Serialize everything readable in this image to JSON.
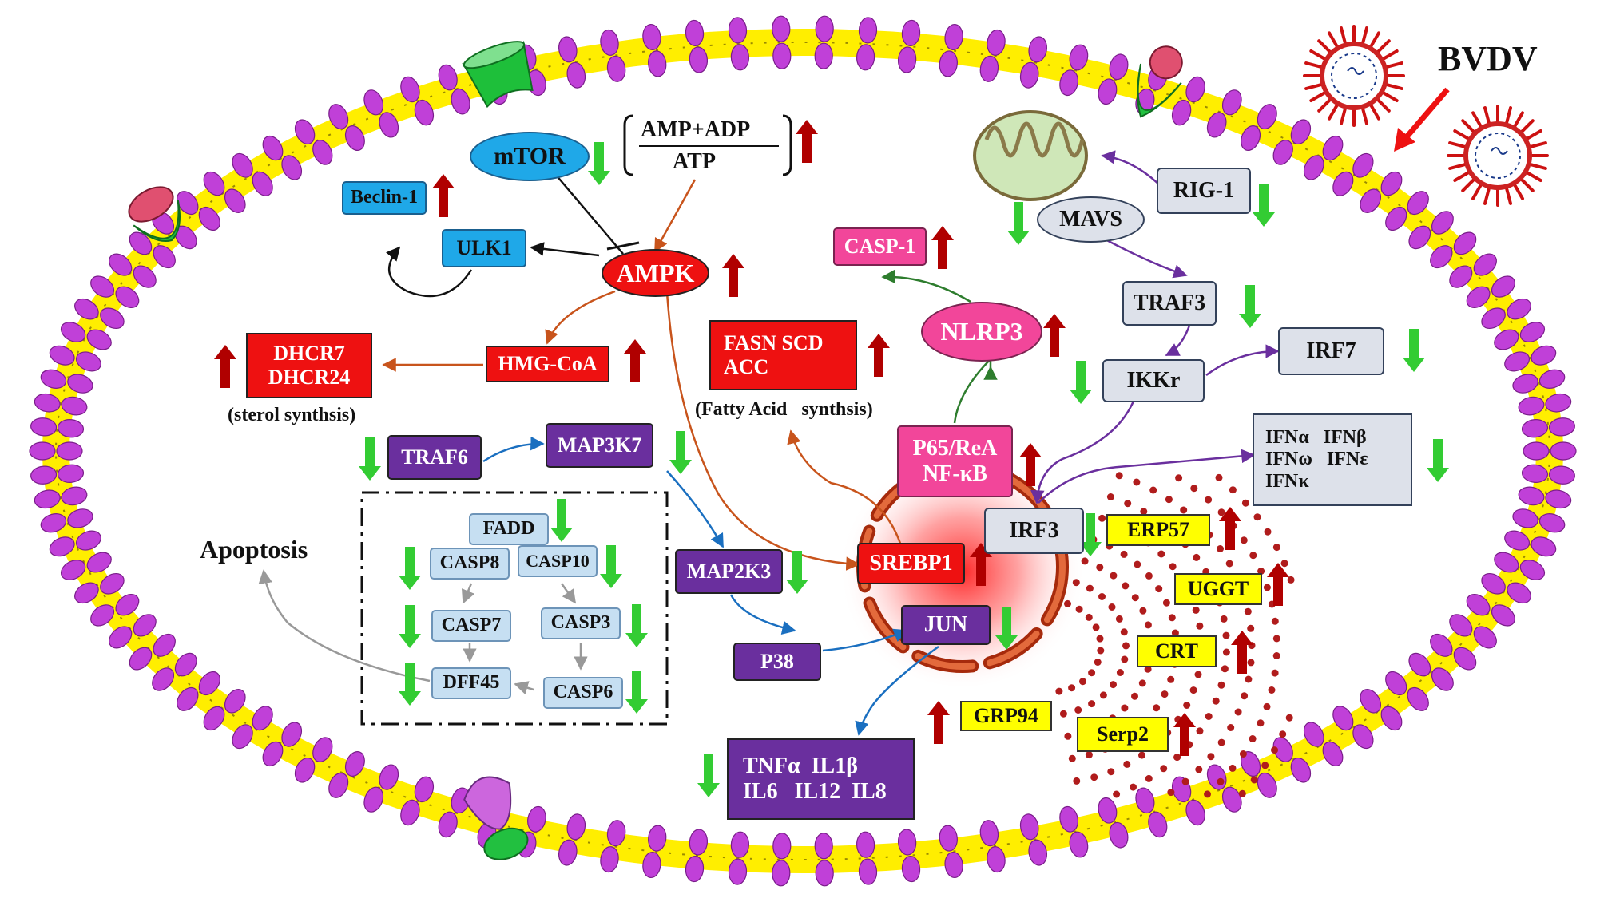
{
  "virus": {
    "label": "BVDV"
  },
  "nodes": {
    "mtor": "mTOR",
    "amp_adp": "AMP+ADP",
    "atp": "ATP",
    "beclin1": "Beclin-1",
    "ulk1": "ULK1",
    "ampk": "AMPK",
    "hmg_coa": "HMG-CoA",
    "dhcr": "DHCR7\nDHCR24",
    "sterol_synthesis": "(sterol synthsis)",
    "fasn": "FASN SCD\nACC",
    "fatty_acid_synthesis": "(Fatty Acid   synthsis)",
    "casp1": "CASP-1",
    "nlrp3": "NLRP3",
    "rig1": "RIG-1",
    "mavs": "MAVS",
    "traf3": "TRAF3",
    "irf7": "IRF7",
    "ikkr": "IKKr",
    "ifn": "IFNα   IFNβ\nIFNω   IFNε\nIFNκ",
    "p65": "P65/ReA\nNF-κB",
    "irf3": "IRF3",
    "srebp1": "SREBP1",
    "jun": "JUN",
    "traf6": "TRAF6",
    "map3k7": "MAP3K7",
    "map2k3": "MAP2K3",
    "p38": "P38",
    "fadd": "FADD",
    "casp8": "CASP8",
    "casp10": "CASP10",
    "casp7": "CASP7",
    "casp3": "CASP3",
    "dff45": "DFF45",
    "casp6": "CASP6",
    "apoptosis": "Apoptosis",
    "cytokines": "TNFα  IL1β\nIL6   IL12  IL8",
    "erp57": "ERP57",
    "uggt": "UGGT",
    "crt": "CRT",
    "grp94": "GRP94",
    "serp2": "Serp2"
  },
  "colors": {
    "up_arrow": "#b00000",
    "down_arrow": "#33cc33",
    "membrane_head": "#c040d8",
    "membrane_tail": "#ffee00",
    "pathway_purple": "#6a2f9e",
    "lipid_orange": "#c8541c"
  },
  "regulation": {
    "mTOR": "down",
    "AMP+ADP/ATP": "up",
    "Beclin-1": "up",
    "AMPK": "up",
    "HMG-CoA": "up",
    "DHCR7/DHCR24": "up",
    "FASN SCD ACC": "up",
    "CASP-1": "up",
    "NLRP3": "up",
    "RIG-1": "down",
    "MAVS": "down",
    "TRAF3": "down",
    "IRF7": "down",
    "IKKr": "down",
    "IFN": "down",
    "P65/ReA NF-κB": "up",
    "IRF3": "down",
    "SREBP1": "up",
    "JUN": "down",
    "TRAF6": "down",
    "MAP3K7": "down",
    "MAP2K3": "down",
    "FADD": "down",
    "CASP8": "down",
    "CASP10": "down",
    "CASP7": "down",
    "CASP3": "down",
    "DFF45": "down",
    "CASP6": "down",
    "cytokines": "down",
    "ERP57": "up",
    "UGGT": "up",
    "CRT": "up",
    "GRP94": "up",
    "Serp2": "up"
  }
}
